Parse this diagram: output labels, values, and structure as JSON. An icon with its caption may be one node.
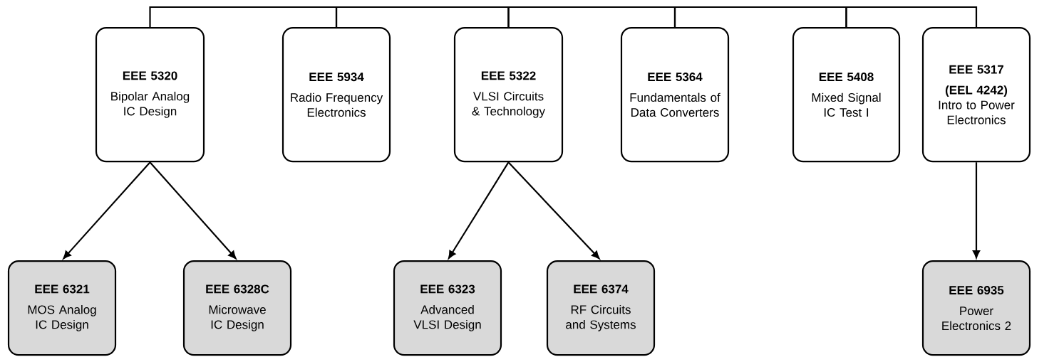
{
  "diagram": {
    "nodes": [
      {
        "text": [
          "EEE 5320",
          "Bipolar Analog IC Design"
        ]
      },
      {
        "text": [
          "EEE 5934",
          "Radio Frequency Electronics"
        ]
      },
      {
        "text": [
          "EEE 5322",
          "VLSI Circuits & Technology"
        ]
      },
      {
        "text": [
          "EEE 5364",
          "Fundamentals of Data Converters"
        ]
      },
      {
        "text": [
          "EEE 5408",
          "Mixed Signal IC Test I"
        ]
      },
      {
        "text": [
          "EEE 5317 (EEL 4242)",
          "Intro to Power Electronics"
        ]
      },
      {
        "text": [
          "EEE 6321",
          "MOS Analog IC Design"
        ]
      },
      {
        "text": [
          "EEE 6328C",
          "Microwave IC Design"
        ]
      },
      {
        "text": [
          "EEE 6323",
          "Advanced VLSI Design"
        ]
      },
      {
        "text": [
          "EEE 6374",
          "RF Circuits and Systems"
        ]
      },
      {
        "text": [
          "EEE 6935",
          "Power Electronics 2"
        ]
      }
    ],
    "edges": [
      {
        "from": 0,
        "to": 1,
        "arrow": "none"
      },
      {
        "from": 1,
        "to": 2,
        "arrow": "none"
      },
      {
        "from": 2,
        "to": 3,
        "arrow": "none"
      },
      {
        "from": 3,
        "to": 4,
        "arrow": "none"
      },
      {
        "from": 4,
        "to": 5,
        "arrow": "none"
      },
      {
        "from": 0,
        "to": 6,
        "arrow": "to"
      },
      {
        "from": 0,
        "to": 7,
        "arrow": "to"
      },
      {
        "from": 2,
        "to": 8,
        "arrow": "to"
      },
      {
        "from": 2,
        "to": 9,
        "arrow": "to"
      },
      {
        "from": 5,
        "to": 10,
        "arrow": "to"
      }
    ]
  }
}
